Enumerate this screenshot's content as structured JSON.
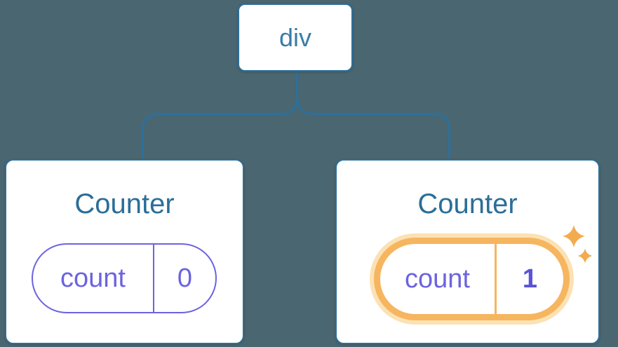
{
  "diagram": {
    "root": {
      "label": "div"
    },
    "children": [
      {
        "title": "Counter",
        "state": {
          "key": "count",
          "value": "0"
        },
        "highlighted": false
      },
      {
        "title": "Counter",
        "state": {
          "key": "count",
          "value": "1"
        },
        "highlighted": true
      }
    ],
    "colors": {
      "background": "#4A6670",
      "node_border": "#2E6F9A",
      "connector": "#2E6F9A",
      "root_label_text": "#3A7CA8",
      "title_text": "#2B6E98",
      "state_border": "#6C63E0",
      "state_text": "#6C63E0",
      "highlight_border": "#F6B55F",
      "highlight_glow": "#FBE2B4",
      "highlight_value_text": "#5B52D8",
      "sparkle": "#F2AB4D"
    },
    "icons": {
      "sparkle_large": "sparkle-icon",
      "sparkle_small": "sparkle-icon"
    }
  }
}
